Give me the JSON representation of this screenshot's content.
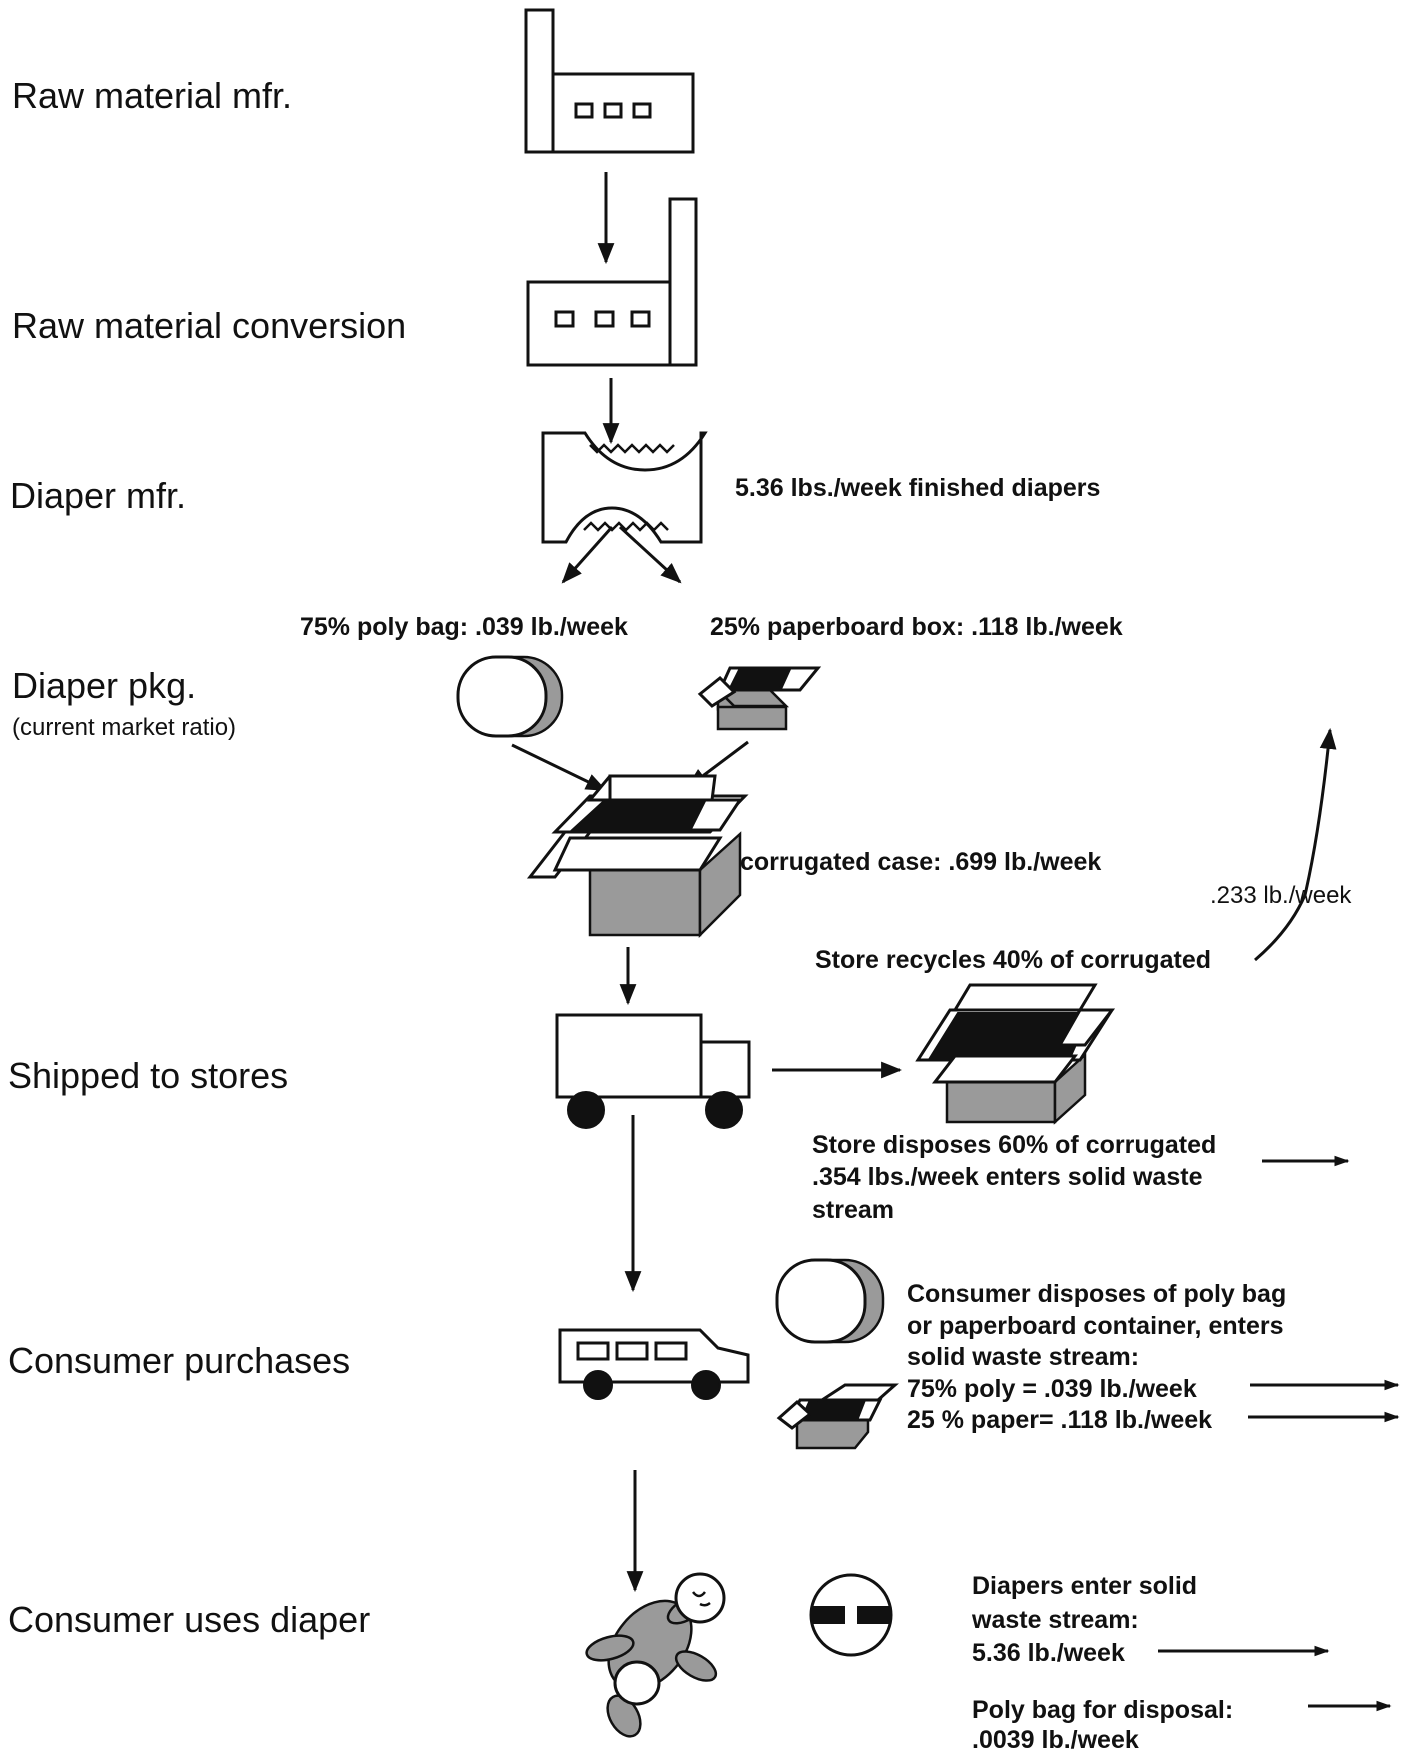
{
  "stages": {
    "raw_material_mfr": "Raw material mfr.",
    "raw_material_conversion": "Raw material conversion",
    "diaper_mfr": "Diaper mfr.",
    "diaper_pkg": "Diaper pkg.",
    "diaper_pkg_sub": "(current market ratio)",
    "shipped_to_stores": "Shipped to stores",
    "consumer_purchases": "Consumer purchases",
    "consumer_uses_diaper": "Consumer uses diaper"
  },
  "notes": {
    "finished_diapers": "5.36 lbs./week finished diapers",
    "poly_bag": "75% poly bag: .039 lb./week",
    "paperboard_box": "25% paperboard box: .118 lb./week",
    "corrugated_case": "corrugated case: .699 lb./week",
    "recycled_weight": ".233 lb./week",
    "store_recycles": "Store recycles 40% of corrugated",
    "store_disposes_1": "Store disposes 60% of corrugated",
    "store_disposes_2": ".354 lbs./week enters solid waste",
    "store_disposes_3": "stream",
    "consumer_disposes_1": "Consumer disposes of poly bag",
    "consumer_disposes_2": "or paperboard container, enters",
    "consumer_disposes_3": "solid waste stream:",
    "consumer_poly": "75% poly = .039 lb./week",
    "consumer_paper": "25 % paper= .118 lb./week",
    "diapers_enter_1": "Diapers enter solid",
    "diapers_enter_2": "waste stream:",
    "diapers_enter_3": "5.36 lb./week",
    "poly_bag_disposal_1": "Poly bag for disposal:",
    "poly_bag_disposal_2": ".0039 lb./week"
  },
  "icons": [
    "factory-icon",
    "factory-icon",
    "diaper-icon",
    "poly-bag-icon",
    "paperboard-box-icon",
    "corrugated-case-icon",
    "truck-icon",
    "corrugated-case-icon",
    "van-icon",
    "poly-bag-icon",
    "paperboard-box-icon",
    "baby-icon",
    "disposal-bag-icon"
  ]
}
